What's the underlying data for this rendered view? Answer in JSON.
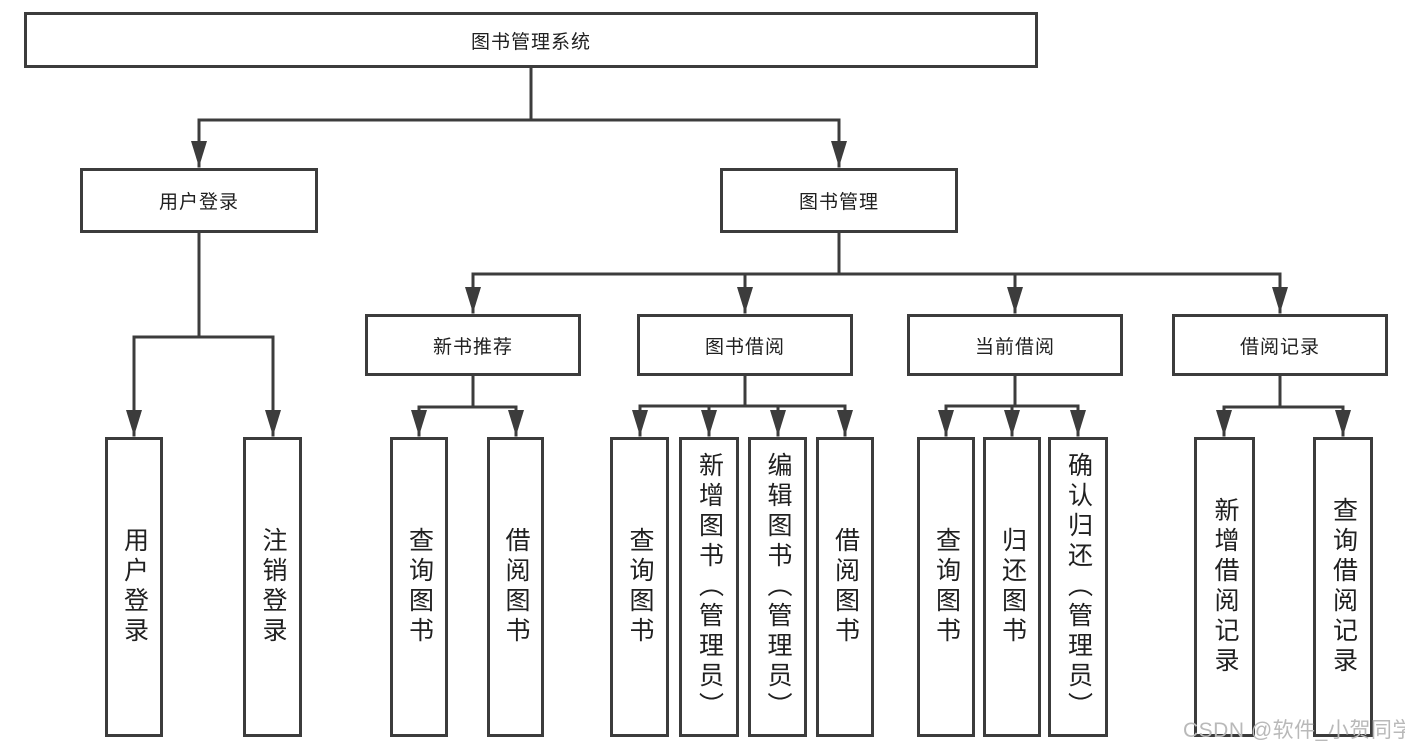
{
  "diagram": {
    "type": "hierarchy",
    "colors": {
      "line": "#3c3c3c",
      "box_border": "#3c3c3c",
      "box_fill": "#ffffff",
      "text": "#202020",
      "watermark": "#b9b9b9",
      "background": "#ffffff"
    },
    "nodes": {
      "root": {
        "label": "图书管理系统"
      },
      "level2": [
        {
          "label": "用户登录",
          "parent": "图书管理系统"
        },
        {
          "label": "图书管理",
          "parent": "图书管理系统"
        }
      ],
      "level3": [
        {
          "label": "新书推荐",
          "parent": "图书管理"
        },
        {
          "label": "图书借阅",
          "parent": "图书管理"
        },
        {
          "label": "当前借阅",
          "parent": "图书管理"
        },
        {
          "label": "借阅记录",
          "parent": "图书管理"
        }
      ],
      "leaves": [
        {
          "label": "用户登录",
          "parent": "用户登录"
        },
        {
          "label": "注销登录",
          "parent": "用户登录"
        },
        {
          "label": "查询图书",
          "parent": "新书推荐"
        },
        {
          "label": "借阅图书",
          "parent": "新书推荐"
        },
        {
          "label": "查询图书",
          "parent": "图书借阅"
        },
        {
          "label": "新增图书（管理员）",
          "parent": "图书借阅"
        },
        {
          "label": "编辑图书（管理员）",
          "parent": "图书借阅"
        },
        {
          "label": "借阅图书",
          "parent": "图书借阅"
        },
        {
          "label": "查询图书",
          "parent": "当前借阅"
        },
        {
          "label": "归还图书",
          "parent": "当前借阅"
        },
        {
          "label": "确认归还（管理员）",
          "parent": "当前借阅"
        },
        {
          "label": "新增借阅记录",
          "parent": "借阅记录"
        },
        {
          "label": "查询借阅记录",
          "parent": "借阅记录"
        }
      ]
    }
  },
  "watermark": {
    "text": "CSDN @软件_小贺同学"
  }
}
